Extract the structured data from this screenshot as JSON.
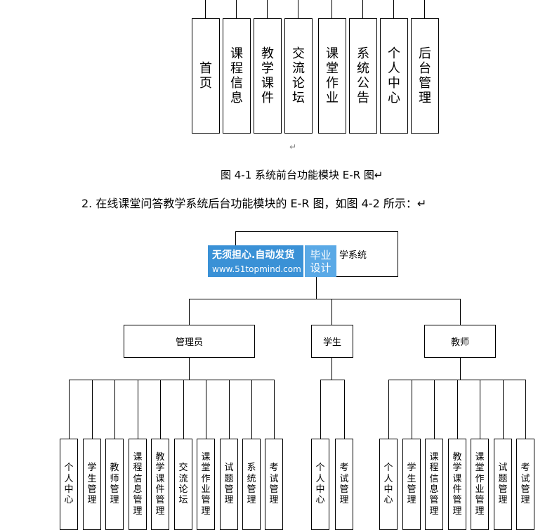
{
  "top_modules": [
    "首页",
    "课程信息",
    "教学课件",
    "交流论坛",
    "课堂作业",
    "系统公告",
    "个人中心",
    "后台管理"
  ],
  "paragraph_mark": "↵",
  "caption1": "图 4-1 系统前台功能模块 E-R 图↵",
  "caption2": "2. 在线课堂问答教学系统后台功能模块的 E-R 图，如图 4-2 所示：↵",
  "root_visible": "学系统",
  "watermark": {
    "line1": "无须担心.自动发货",
    "line2": "www.51topmind.com",
    "right1": "毕业",
    "right2": "设计"
  },
  "roles": [
    "管理员",
    "学生",
    "教师"
  ],
  "admin_items": [
    "个人中心",
    "学生管理",
    "教师管理",
    "课程信息管理",
    "教学课件管理",
    "交流论坛",
    "课堂作业管理",
    "试题管理",
    "系统管理",
    "考试管理"
  ],
  "student_items": [
    "个人中心",
    "考试管理"
  ],
  "teacher_items": [
    "个人中心",
    "学生管理",
    "课程信息管理",
    "教学课件管理",
    "课堂作业管理",
    "试题管理",
    "考试管理"
  ]
}
